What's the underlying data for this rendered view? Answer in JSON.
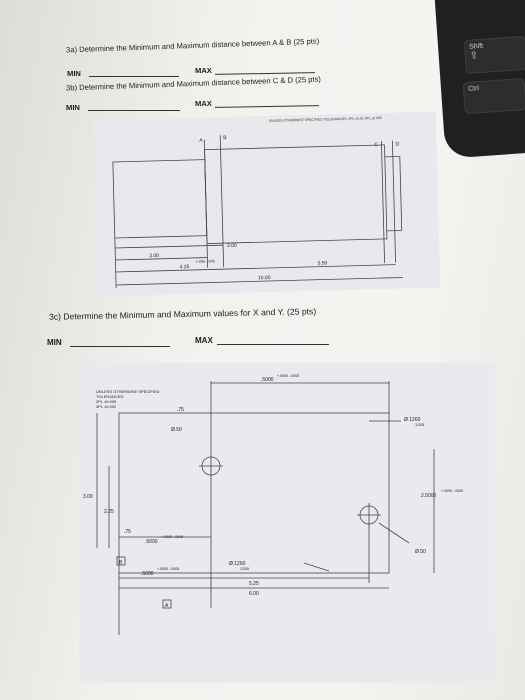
{
  "questions": {
    "q3a": "3a) Determine the Minimum and Maximum distance between A & B (25 pts)",
    "q3b": "3b) Determine the Minimum and Maximum distance between C & D (25 pts)",
    "q3c": "3c) Determine the Minimum and Maximum values for X and Y. (25 pts)",
    "min_label": "MIN",
    "max_label": "MAX"
  },
  "keyboard": {
    "shift_label": "Shift",
    "ctrl_label": "Ctrl",
    "arrow_symbol": "⇧"
  },
  "drawing1": {
    "note": "UNLESS OTHERWISE SPECIFIED TOLERANCES: 2PL ±0.01 3PL ±0.005",
    "label_a": "A",
    "label_b": "B",
    "label_c": "C",
    "label_d": "D",
    "dim_200": "2.00",
    "dim_300": "3.00",
    "dim_4": "4.25",
    "dim_4_tol": "+.005 -.005",
    "dim_550": "5.50",
    "dim_1000": "10.00"
  },
  "drawing2": {
    "note_line1": "UNLESS OTHERWISE SPECIFIED:",
    "note_line2": "TOLERANCES:",
    "note_line3": "2PL ±0.005",
    "note_line4": "3PL ±0.002",
    "top_dim": ".5000",
    "top_dim_tol": "+.0005 -.0005",
    "dim_75": ".75",
    "hole_left": "Ø.50",
    "hole_right_top": "Ø.1260",
    "hole_right_top2": ".1255",
    "dim_300": "3.00",
    "dim_225": "2.25",
    "right_dim": "2.5000",
    "right_dim_tol": "+.0005 -.0005",
    "dim_75b": ".75",
    "bottom_left_dim": ".5000",
    "bottom_left_tol": "+.0005 -.0005",
    "hole_right": "Ø.50",
    "datum_b": "B",
    "bottom_dim": ".5000",
    "bottom_dim_tol": "+.0005 -.0005",
    "hole_bottom": "Ø.1260",
    "hole_bottom2": ".1255",
    "dim_525": "5.25",
    "dim_600": "6.00",
    "datum_a": "A"
  }
}
